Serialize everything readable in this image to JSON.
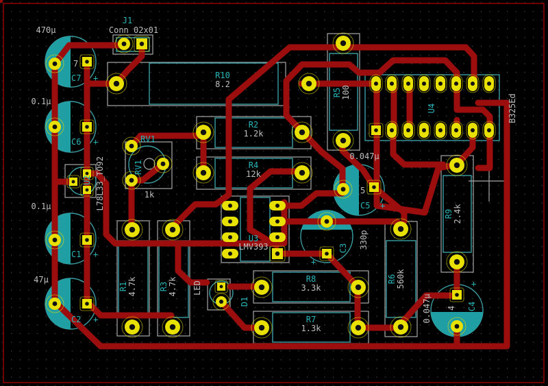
{
  "app": {
    "name": "KiCad PCB Editor",
    "view": "PCB layout"
  },
  "colors": {
    "background": "#000000",
    "board_edge": "#8b0000",
    "copper_track": "#9c0e0e",
    "pad": "#e8e000",
    "reference_text": "#28b5b8",
    "value_text": "#bfbfbf",
    "silkscreen": "#a8a8a8",
    "fab_outline": "#3a9ea3"
  },
  "components": [
    {
      "ref": "J1",
      "value": "Conn_02x01",
      "type": "connector"
    },
    {
      "ref": "C7",
      "value": "470µ",
      "type": "electrolytic-capacitor"
    },
    {
      "ref": "C6",
      "value": "0.1µ",
      "type": "electrolytic-capacitor"
    },
    {
      "ref": "U2",
      "value": "L78L33_TO92",
      "type": "voltage-regulator"
    },
    {
      "ref": "C1",
      "value": "0.1µ",
      "type": "electrolytic-capacitor"
    },
    {
      "ref": "C2",
      "value": "47µ",
      "type": "electrolytic-capacitor"
    },
    {
      "ref": "R10",
      "value": "8.2",
      "type": "resistor"
    },
    {
      "ref": "RV1",
      "value": "1k",
      "type": "potentiometer"
    },
    {
      "ref": "R2",
      "value": "1.2k",
      "type": "resistor"
    },
    {
      "ref": "R4",
      "value": "12k",
      "type": "resistor"
    },
    {
      "ref": "R5",
      "value": "100",
      "type": "resistor"
    },
    {
      "ref": "U4",
      "value": "B325Ed",
      "type": "dip-16"
    },
    {
      "ref": "C5",
      "value": "0.047µ",
      "type": "electrolytic-capacitor"
    },
    {
      "ref": "U3",
      "value": "LMV393",
      "type": "dip-8"
    },
    {
      "ref": "C3",
      "value": "330p",
      "type": "electrolytic-capacitor"
    },
    {
      "ref": "R9",
      "value": "2.4k",
      "type": "resistor"
    },
    {
      "ref": "R1",
      "value": "4.7k",
      "type": "resistor"
    },
    {
      "ref": "R3",
      "value": "4.7k",
      "type": "resistor"
    },
    {
      "ref": "D1",
      "value": "LED",
      "type": "led"
    },
    {
      "ref": "R8",
      "value": "3.3k",
      "type": "resistor"
    },
    {
      "ref": "R7",
      "value": "1.3k",
      "type": "resistor"
    },
    {
      "ref": "R6",
      "value": "560k",
      "type": "resistor"
    },
    {
      "ref": "C4",
      "value": "0.047µ",
      "type": "electrolytic-capacitor"
    }
  ],
  "labels": {
    "J1_ref": "J1",
    "J1_val": "Conn_02x01",
    "C7_ref": "C7",
    "C7_val": "470µ",
    "C7_pin": "7",
    "C6_ref": "C6",
    "C6_val": "0.1µ",
    "U2_val": "L78L33_TO92",
    "U2_ref": "U2",
    "C1_ref": "C1",
    "C1_val": "0.1µ",
    "C2_ref": "C2",
    "C2_val": "47µ",
    "R10_ref": "R10",
    "R10_val": "8.2",
    "RV1_ref": "RV1",
    "RV1_ref2": "RV1",
    "RV1_val": "1k",
    "R2_ref": "R2",
    "R2_val": "1.2k",
    "R4_ref": "R4",
    "R4_val": "12k",
    "R5_ref": "R5",
    "R5_val": "100",
    "U4_ref": "U4",
    "U4_val": "B325Ed",
    "C5_ref": "C5",
    "C5_val": "0.047µ",
    "C5_pin": "5",
    "U3_ref": "U3",
    "U3_val": "LMV393",
    "C3_ref": "C3",
    "C3_val": "330p",
    "R9_ref": "R9",
    "R9_val": "2.4k",
    "R1_ref": "R1",
    "R1_val": "4.7k",
    "R3_ref": "R3",
    "R3_val": "4.7k",
    "D1_ref": "D1",
    "D1_val": "LED",
    "R8_ref": "R8",
    "R8_val": "3.3k",
    "R7_ref": "R7",
    "R7_val": "1.3k",
    "R6_ref": "R6",
    "R6_val": "560k",
    "C4_ref": "C4",
    "C4_val": "0.047µ",
    "C4_pin": "4",
    "plus": "+"
  }
}
